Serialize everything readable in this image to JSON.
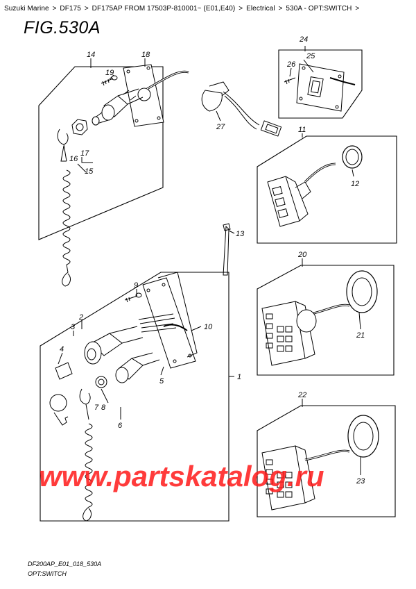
{
  "breadcrumb": {
    "items": [
      {
        "label": "Suzuki Marine"
      },
      {
        "label": "DF175"
      },
      {
        "label": "DF175AP FROM 17503P-810001~ (E01,E40)"
      },
      {
        "label": "Electrical"
      },
      {
        "label": "530A - OPT:SWITCH"
      }
    ],
    "separator": ">"
  },
  "figure": {
    "title": "FIG.530A",
    "code": "DF200AP_E01_018_530A",
    "subtitle": "OPT:SWITCH"
  },
  "watermark": "www.partskatalog.ru",
  "callouts": [
    "1",
    "2",
    "3",
    "4",
    "5",
    "6",
    "7",
    "8",
    "9",
    "10",
    "11",
    "12",
    "13",
    "14",
    "15",
    "16",
    "17",
    "18",
    "19",
    "20",
    "21",
    "22",
    "23",
    "24",
    "25",
    "26",
    "27"
  ],
  "colors": {
    "line": "#000000",
    "watermark": "#ff1a1a",
    "background": "#ffffff"
  }
}
